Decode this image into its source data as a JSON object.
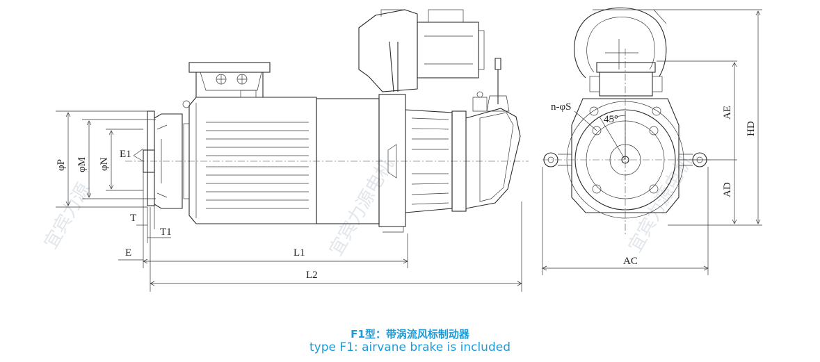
{
  "caption": {
    "cn": "F1型：带涡流风标制动器",
    "en": "type F1:  airvane brake is included"
  },
  "dimensions": {
    "P": "φP",
    "M": "φM",
    "N": "φN",
    "E1": "E1",
    "T": "T",
    "T1": "T1",
    "E": "E",
    "L1": "L1",
    "L2": "L2",
    "nS": "n-φS",
    "angle": "45°",
    "AE": "AE",
    "HD": "HD",
    "AD": "AD",
    "AC": "AC"
  },
  "watermark": {
    "left": "宜宾力源",
    "middle": "宜宾力源电机",
    "right": "宜宾力源电机"
  },
  "colors": {
    "caption": "#1e9bd7",
    "line": "#2a2a2a",
    "watermark": "#c9d3dc"
  }
}
